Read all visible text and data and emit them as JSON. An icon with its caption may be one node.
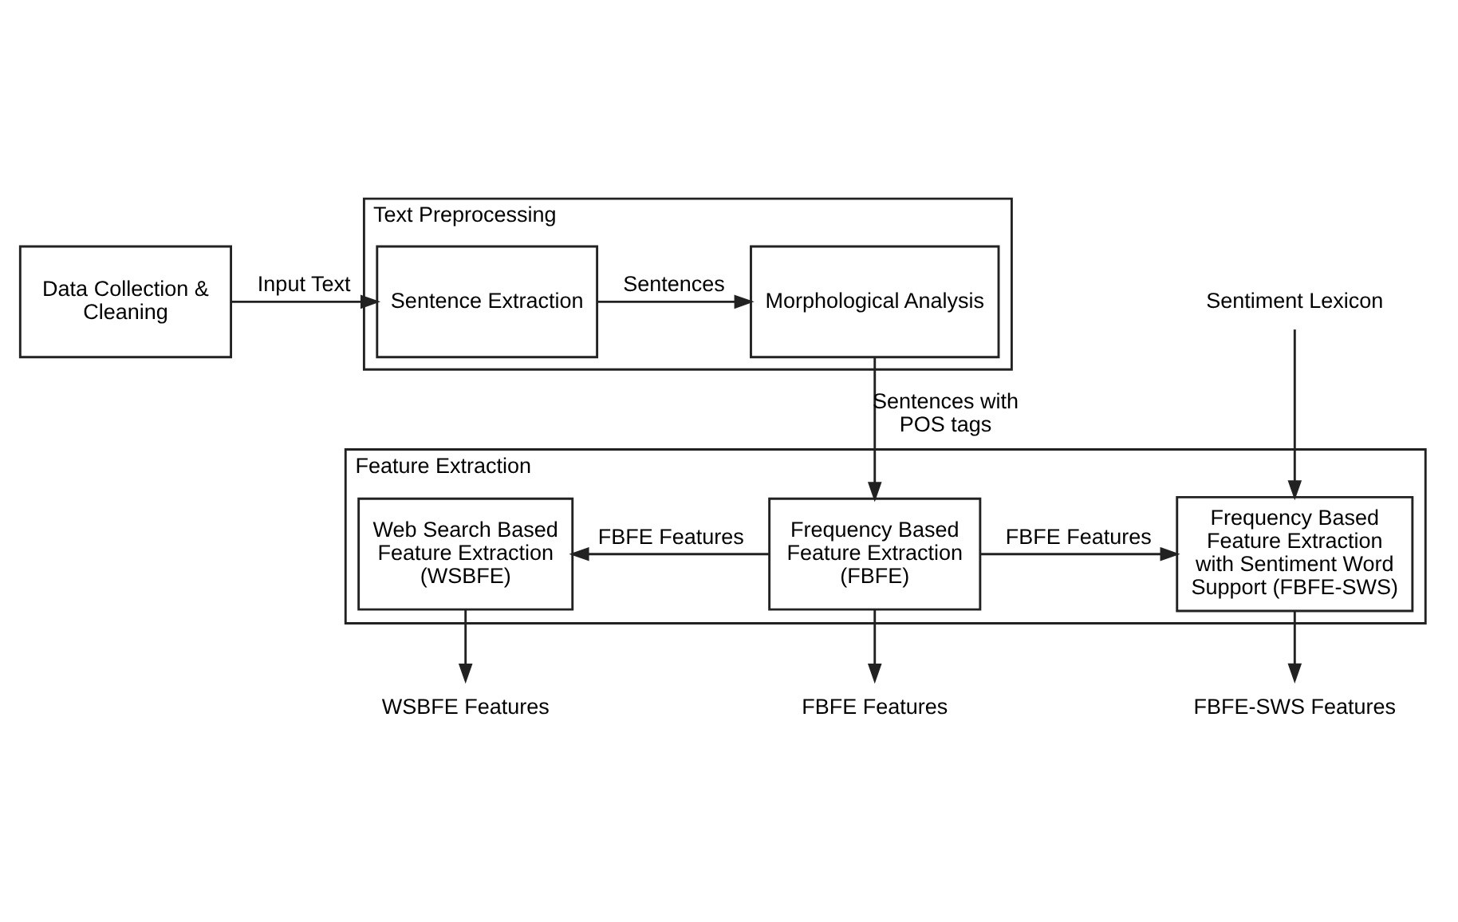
{
  "diagram": {
    "nodes": [
      {
        "text": [
          "Data Collection & Cleaning"
        ]
      },
      {
        "text": [
          "Text Preprocessing"
        ]
      },
      {
        "text": [
          "Sentence Extraction"
        ],
        "in": 1
      },
      {
        "text": [
          "Morphological Analysis"
        ],
        "in": 1
      },
      {
        "text": [
          "Feature Extraction"
        ]
      },
      {
        "text": [
          "Web Search Based Feature Extraction (WSBFE)"
        ],
        "in": 4
      },
      {
        "text": [
          "Frequency Based Feature Extraction with Sentiment Word Support (FBFE-SWS)"
        ],
        "in": 4
      },
      {
        "text": [
          "Frequency Based Feature Extraction (FBFE)"
        ],
        "in": 4
      },
      {
        "text": [
          "Sentiment Lexicon"
        ]
      },
      {
        "text": [
          "WSBFE Features"
        ]
      },
      {
        "text": [
          "FBFE-SWS Features"
        ]
      },
      {
        "text": [
          "FBFE Features"
        ]
      }
    ],
    "edges": [
      {
        "from": 0,
        "to": 2,
        "arrow": "to",
        "label": "Input Text"
      },
      {
        "from": 2,
        "to": 3,
        "arrow": "to",
        "label": "Sentences"
      },
      {
        "from": 3,
        "to": 7,
        "arrow": "to",
        "label": "Sentences with POS tags"
      },
      {
        "from": 8,
        "to": 6,
        "arrow": "to"
      },
      {
        "from": 7,
        "to": 6,
        "arrow": "to",
        "label": "FBFE Features"
      },
      {
        "from": 7,
        "to": 5,
        "arrow": "to",
        "label": "FBFE Features"
      },
      {
        "from": 5,
        "to": 9,
        "arrow": "to"
      },
      {
        "from": 6,
        "to": 10,
        "arrow": "to"
      },
      {
        "from": 7,
        "to": 11,
        "arrow": "to"
      }
    ]
  }
}
